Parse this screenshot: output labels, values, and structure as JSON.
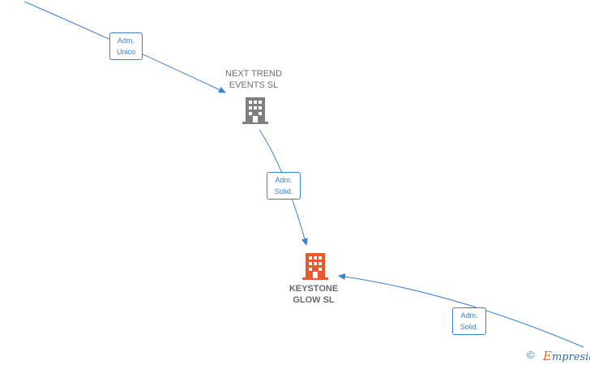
{
  "nodes": {
    "next_trend": {
      "name_line1": "NEXT TREND",
      "name_line2": "EVENTS  SL",
      "icon": "building-icon",
      "color": "#808080"
    },
    "keystone": {
      "name_line1": "KEYSTONE",
      "name_line2": "GLOW  SL",
      "icon": "building-icon",
      "color": "#e8582f"
    }
  },
  "edges": [
    {
      "line1": "Adm.",
      "line2": "Unico",
      "from": "offscreen-top-left",
      "to": "next_trend"
    },
    {
      "line1": "Adm.",
      "line2": "Solid.",
      "from": "next_trend",
      "to": "keystone"
    },
    {
      "line1": "Adm.",
      "line2": "Solid.",
      "from": "offscreen-bottom-right",
      "to": "keystone"
    }
  ],
  "colors": {
    "edge": "#3a7fd0"
  },
  "footer": {
    "copyright": "©",
    "brand_initial": "E",
    "brand_rest": "mpresia"
  }
}
